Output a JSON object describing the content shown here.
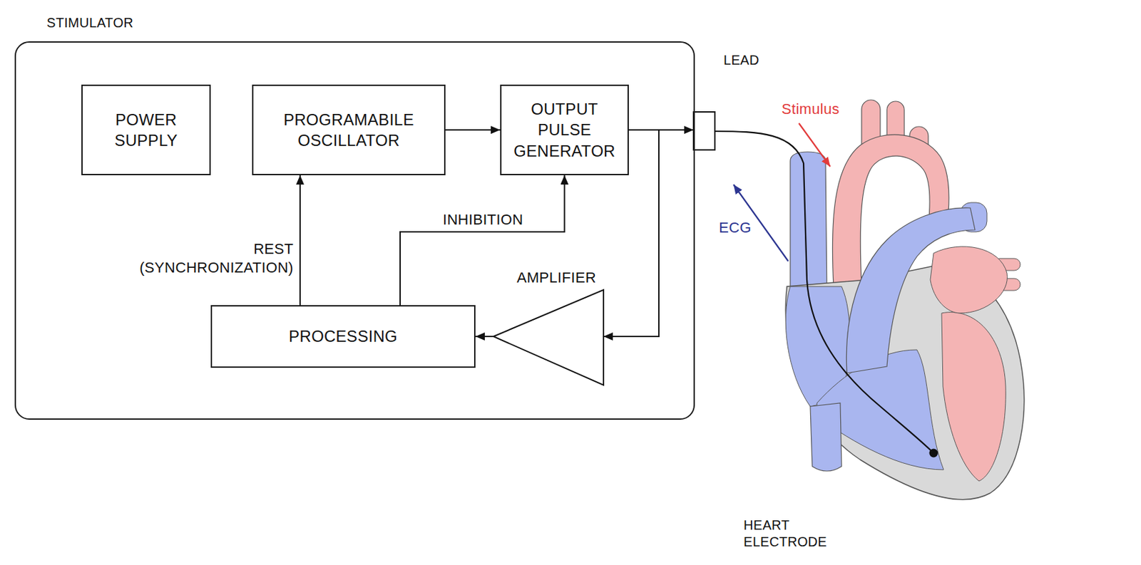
{
  "diagram": {
    "nodes": [
      {
        "text": [
          "STIMULATOR"
        ]
      },
      {
        "text": [
          "POWER SUPPLY"
        ],
        "in": 0
      },
      {
        "text": [
          "PROGRAMABILE OSCILLATOR"
        ],
        "in": 0
      },
      {
        "text": [
          "OUTPUT PULSE GENERATOR"
        ],
        "in": 0
      },
      {
        "text": [
          "PROCESSING"
        ],
        "in": 0
      },
      {
        "text": [
          "AMPLIFIER"
        ],
        "in": 0
      }
    ],
    "edges": [
      {
        "from": 2,
        "to": 3,
        "arrow": "to"
      },
      {
        "from": 3,
        "to": 5,
        "arrow": "to"
      },
      {
        "from": 5,
        "to": 4,
        "arrow": "to"
      },
      {
        "from": 4,
        "to": 2,
        "label": "REST (SYNCHRONIZATION)",
        "arrow": "to"
      },
      {
        "from": 4,
        "to": 3,
        "label": "INHIBITION",
        "arrow": "to"
      }
    ],
    "labels": [
      "LEAD",
      "Stimulus",
      "ECG",
      "HEART ELECTRODE"
    ]
  }
}
